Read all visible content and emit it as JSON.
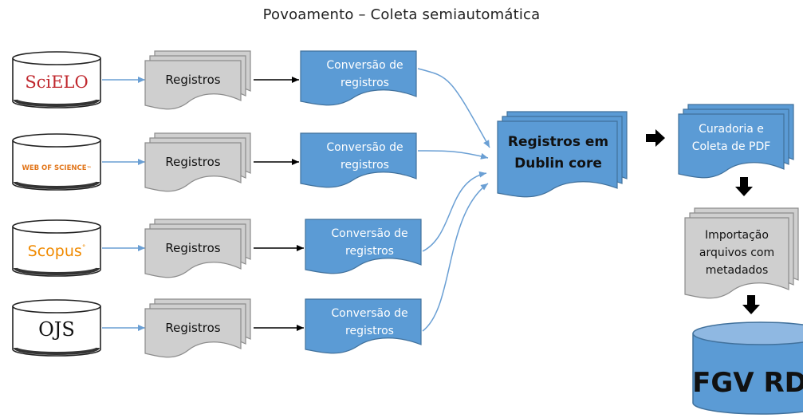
{
  "title": "Povoamento – Coleta semiautomática",
  "sources": [
    {
      "logo": "SciELO",
      "logo_parts": [
        "Sci",
        "ELO"
      ],
      "logo_colors": [
        "#c0272d",
        "#c0272d"
      ],
      "registros_label": "Registros",
      "conversion_lines": [
        "Conversão de",
        "registros"
      ]
    },
    {
      "logo": "WEB OF SCIENCE™",
      "logo_parts": [
        "WEB OF SCIENCE",
        "™"
      ],
      "logo_colors": [
        "#e2761b",
        "#e2761b"
      ],
      "registros_label": "Registros",
      "conversion_lines": [
        "Conversão de",
        "registros"
      ]
    },
    {
      "logo": "Scopus",
      "logo_parts": [
        "Scopus",
        "°"
      ],
      "logo_colors": [
        "#f08a00",
        "#f08a00"
      ],
      "registros_label": "Registros",
      "conversion_lines": [
        "Conversão de",
        "registros"
      ]
    },
    {
      "logo": "OJS",
      "logo_parts": [
        "OJS",
        ""
      ],
      "logo_colors": [
        "#111111",
        "#111111"
      ],
      "registros_label": "Registros",
      "conversion_lines": [
        "Conversão de",
        "registros"
      ]
    }
  ],
  "dublin_core": {
    "lines": [
      "Registros em",
      "Dublin core"
    ]
  },
  "curadoria": {
    "lines": [
      "Curadoria e",
      "Coleta de PDF"
    ]
  },
  "importacao": {
    "lines": [
      "Importação",
      "arquivos com",
      "metadados"
    ]
  },
  "repository": {
    "label": "FGV RD"
  },
  "colors": {
    "blue_fill": "#5b9bd5",
    "blue_stroke": "#41719c",
    "gray_fill": "#cfcfcf",
    "gray_stroke": "#8c8c8c",
    "arrow_blue": "#6a9fd4",
    "arrow_black": "#000000"
  }
}
